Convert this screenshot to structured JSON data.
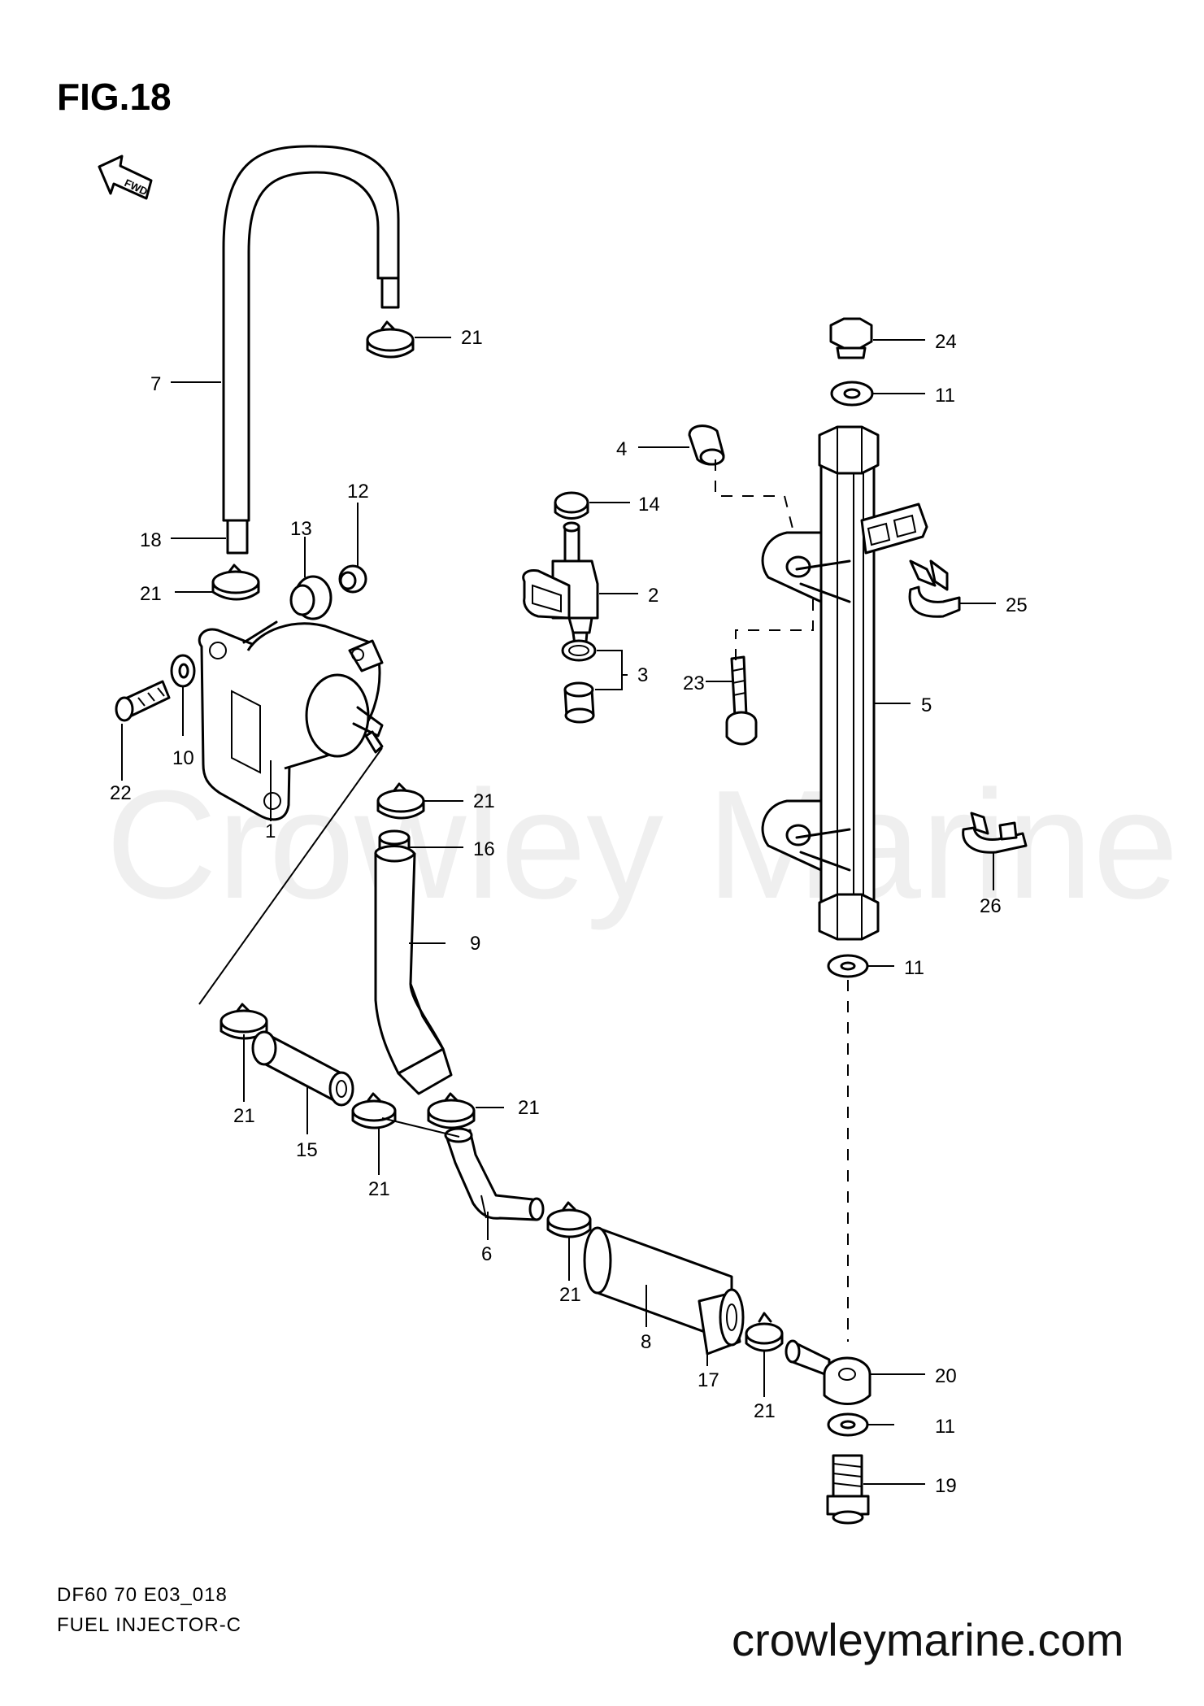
{
  "figure": "FIG.18",
  "fwd": "FWD",
  "code": "DF60 70 E03_018",
  "caption": "FUEL INJECTOR-C",
  "site": "crowleymarine.com",
  "watermark": "Crowley Marine",
  "callouts": {
    "c1": "1",
    "c2": "2",
    "c3": "3",
    "c4": "4",
    "c5": "5",
    "c6": "6",
    "c7": "7",
    "c8": "8",
    "c9": "9",
    "c10": "10",
    "c11a": "11",
    "c11b": "11",
    "c11c": "11",
    "c12": "12",
    "c13": "13",
    "c14": "14",
    "c15": "15",
    "c16": "16",
    "c17": "17",
    "c18": "18",
    "c19": "19",
    "c20": "20",
    "c21a": "21",
    "c21b": "21",
    "c21c": "21",
    "c21d": "21",
    "c21e": "21",
    "c21f": "21",
    "c21g": "21",
    "c21h": "21",
    "c22": "22",
    "c23": "23",
    "c24": "24",
    "c25": "25",
    "c26": "26"
  }
}
